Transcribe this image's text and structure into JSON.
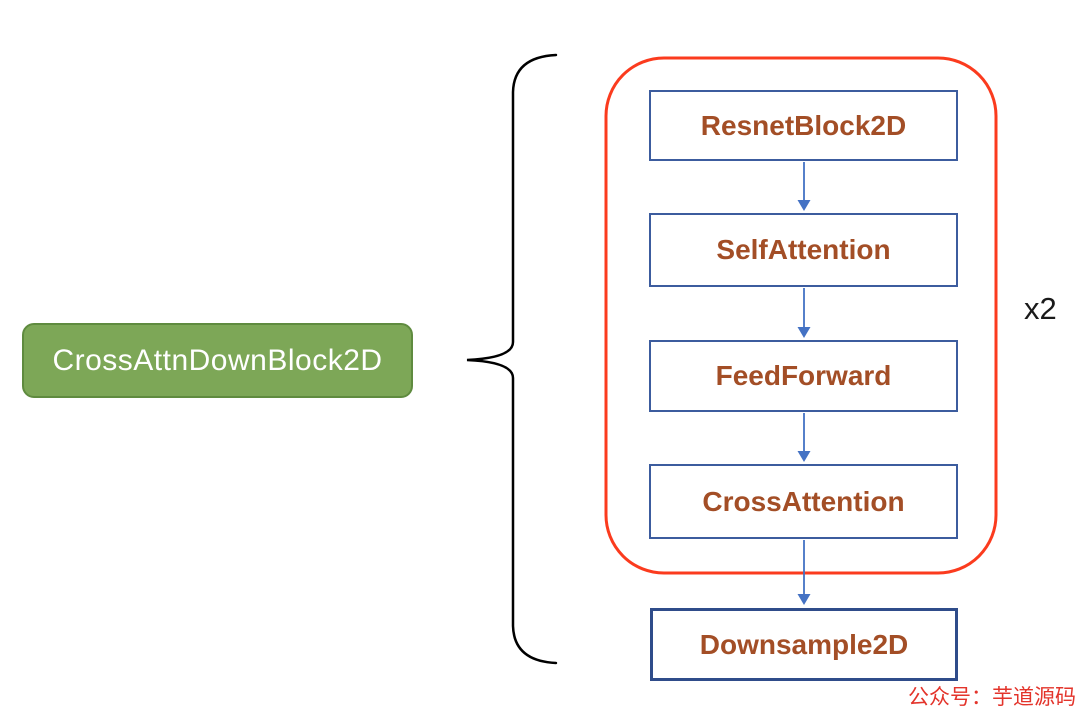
{
  "diagram": {
    "main_block": {
      "label": "CrossAttnDownBlock2D"
    },
    "repeat_group": {
      "repeat_label": "x2",
      "blocks": [
        {
          "label": "ResnetBlock2D"
        },
        {
          "label": "SelfAttention"
        },
        {
          "label": "FeedForward"
        },
        {
          "label": "CrossAttention"
        }
      ]
    },
    "output_block": {
      "label": "Downsample2D"
    },
    "flow": [
      "CrossAttnDownBlock2D expands (brace) into repeat group",
      "ResnetBlock2D -> SelfAttention -> FeedForward -> CrossAttention (x2)",
      "repeat group -> Downsample2D"
    ]
  },
  "watermark": {
    "text": "公众号：芋道源码"
  },
  "colors": {
    "main_block_fill": "#7DA757",
    "main_block_border": "#5F8B3F",
    "main_block_text": "#FFFFFF",
    "inner_box_border": "#3C5C9E",
    "inner_box_text": "#A34E26",
    "arrow": "#4472C4",
    "repeat_outline_red": "#FB3B1E",
    "brace_black": "#000000",
    "repeat_label_text": "#1A1A1A",
    "watermark_red": "#E3342B"
  }
}
